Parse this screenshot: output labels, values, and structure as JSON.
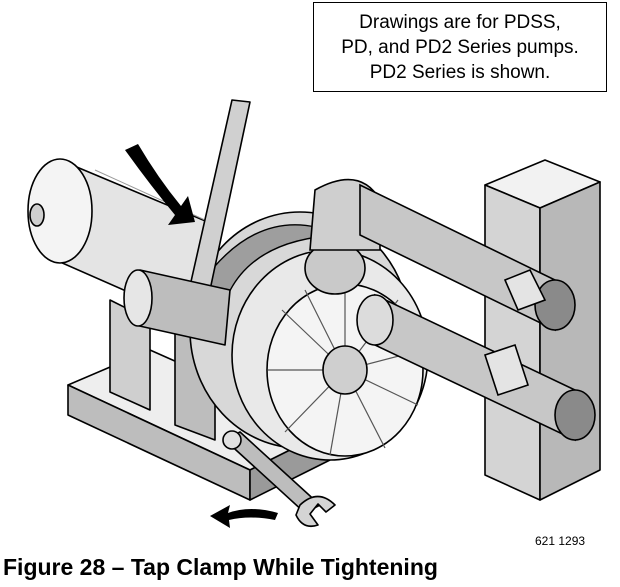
{
  "note": {
    "lines": [
      "Drawings are for PDSS,",
      "PD, and PD2 Series pumps.",
      "PD2 Series is shown."
    ]
  },
  "illustration": {
    "subject": "pump with clamp being tapped while tightening",
    "icons": [
      "pump-drawing",
      "rotation-arrow-icon",
      "wrench-icon",
      "mallet-icon"
    ],
    "colors": {
      "line": "#000000",
      "shade_light": "#e4e4e4",
      "shade_mid": "#bdbdbd",
      "shade_dark": "#7a7a7a"
    }
  },
  "drawing_number": "621 1293",
  "caption": "Figure 28 – Tap Clamp While Tightening"
}
